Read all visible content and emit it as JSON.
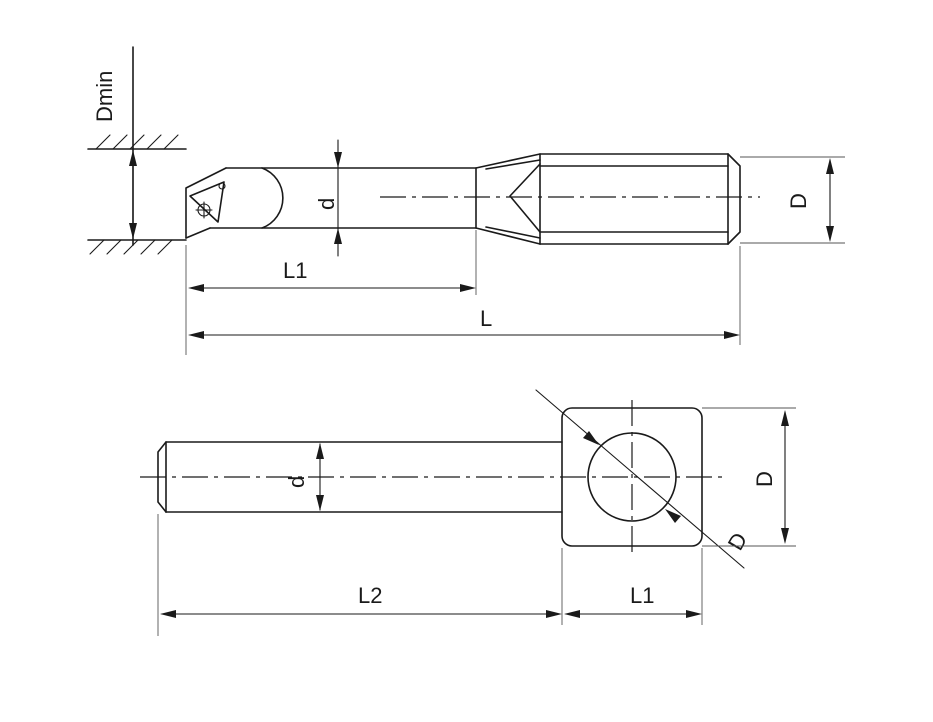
{
  "top_view": {
    "labels": {
      "dmin": "Dmin",
      "d": "d",
      "D": "D",
      "L1": "L1",
      "L": "L"
    }
  },
  "bottom_view": {
    "labels": {
      "d": "d",
      "D": "D",
      "L1": "L1",
      "L2": "L2",
      "phi": "D"
    }
  },
  "colors": {
    "line": "#1a1a1a",
    "background": "#ffffff"
  }
}
